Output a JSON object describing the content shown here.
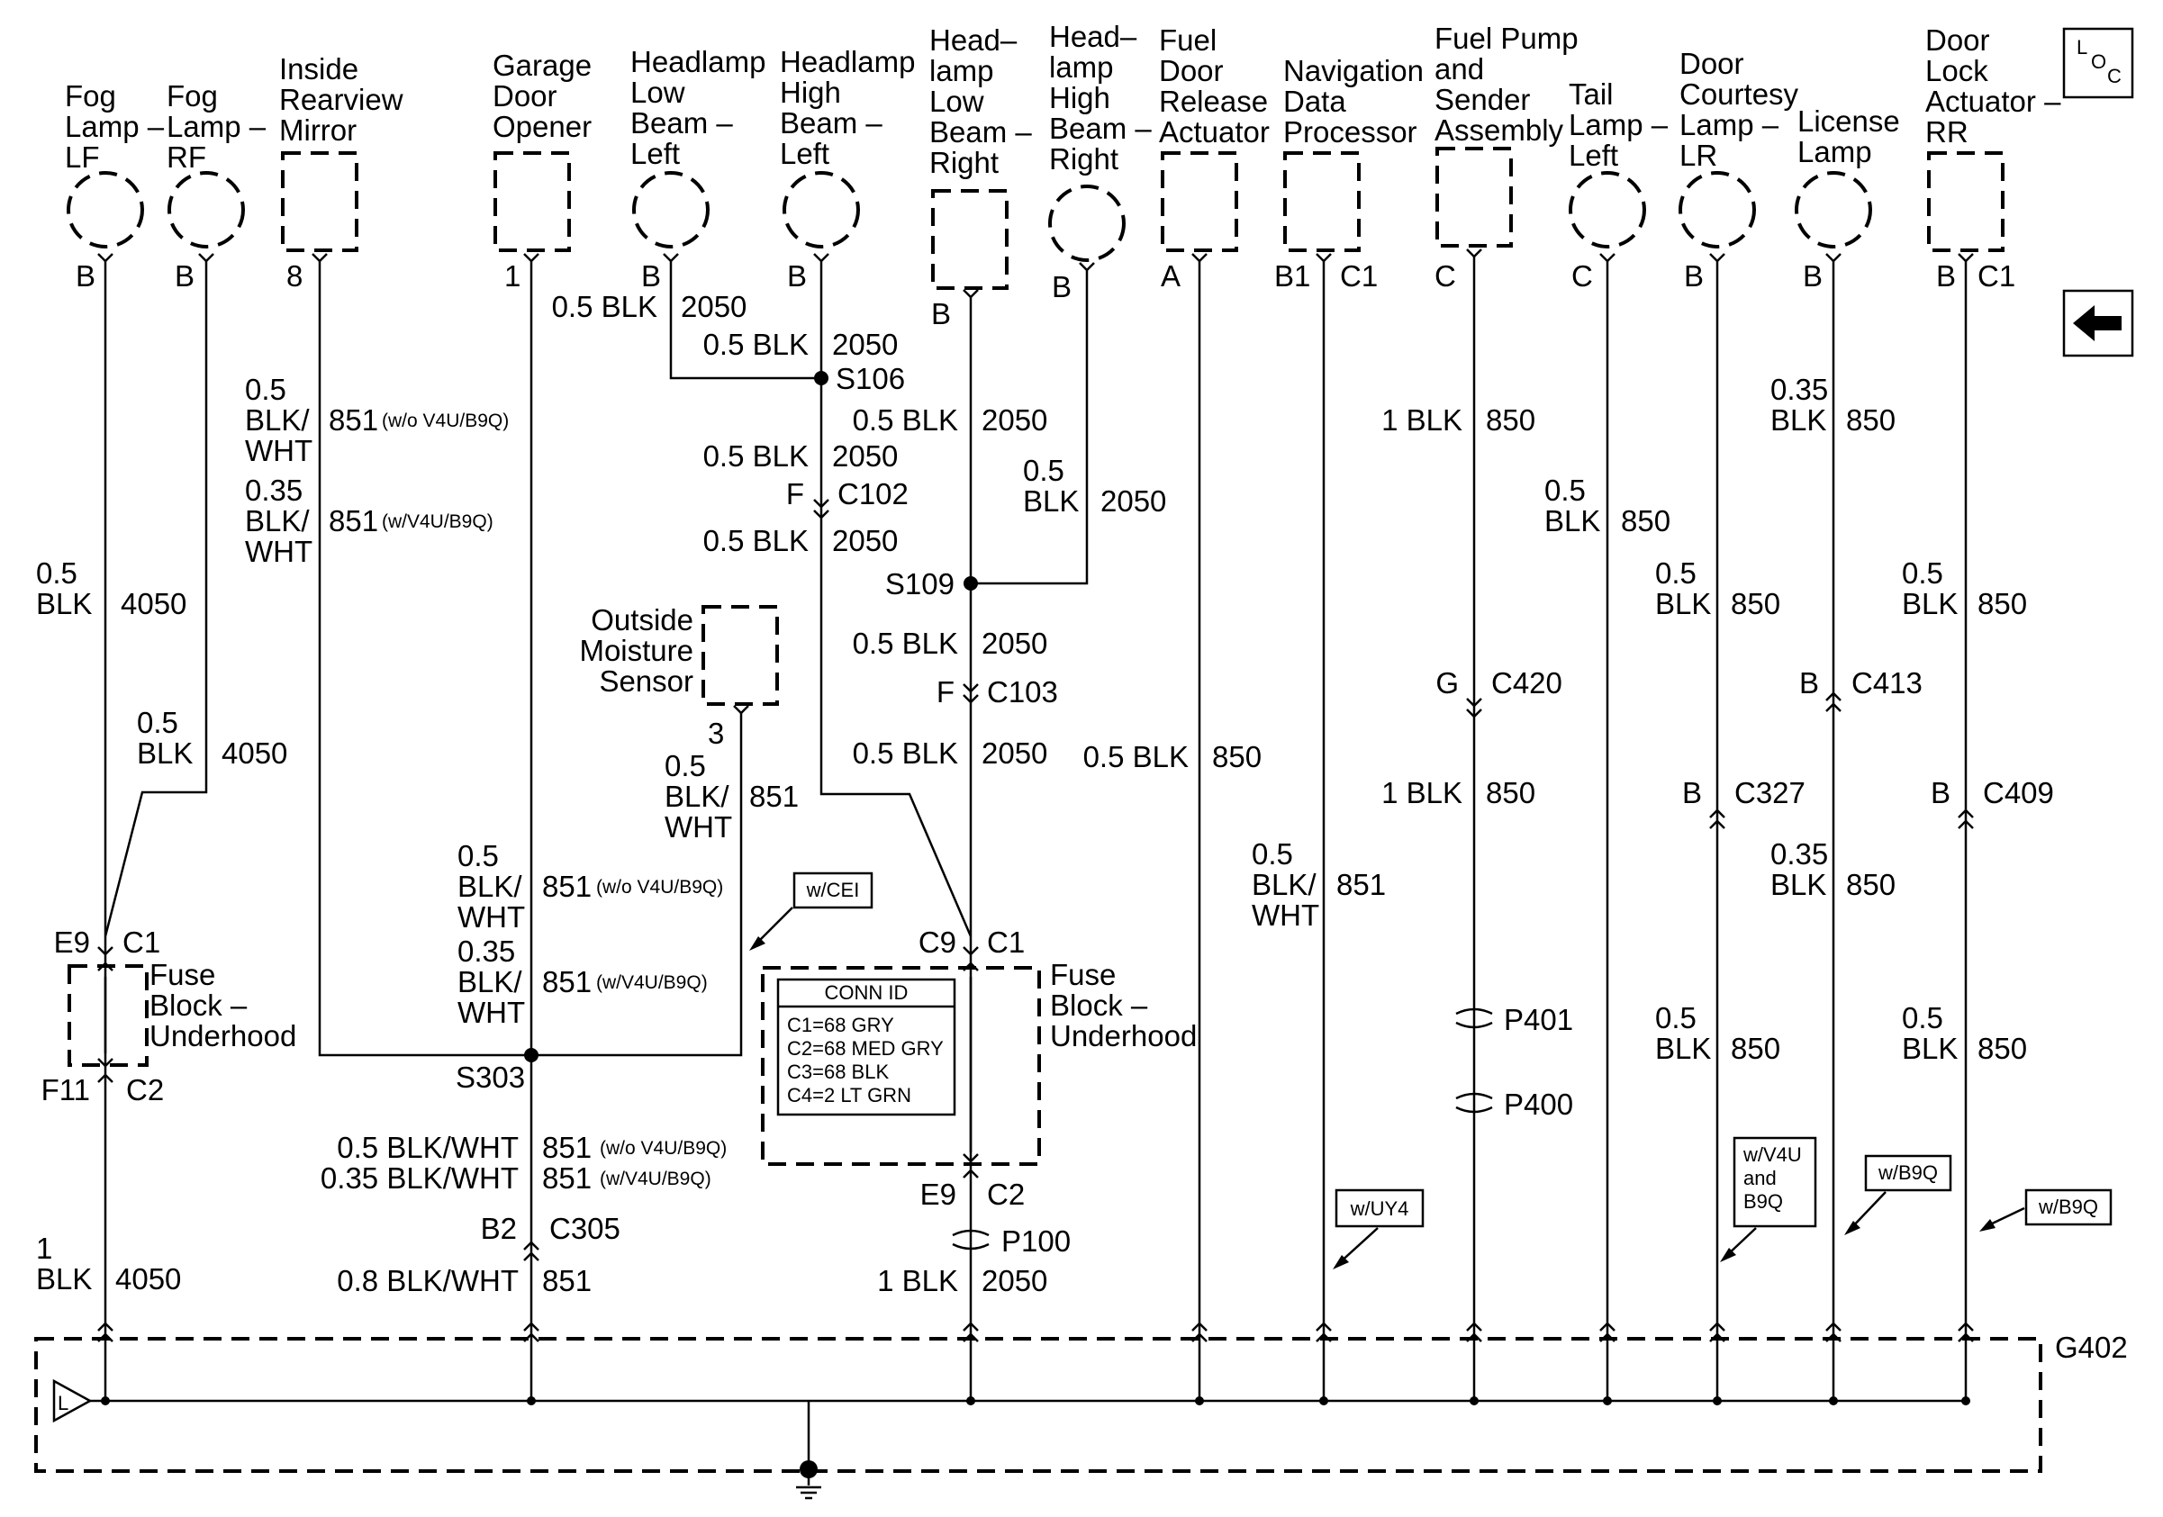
{
  "components": {
    "fog_lf": [
      "Fog",
      "Lamp –",
      "LF"
    ],
    "fog_rf": [
      "Fog",
      "Lamp –",
      "RF"
    ],
    "mirror": [
      "Inside",
      "Rearview",
      "Mirror"
    ],
    "garage": [
      "Garage",
      "Door",
      "Opener"
    ],
    "hl_low_left": [
      "Headlamp",
      "Low",
      "Beam –",
      "Left"
    ],
    "hl_high_left": [
      "Headlamp",
      "High",
      "Beam –",
      "Left"
    ],
    "hl_low_right": [
      "Head–",
      "lamp",
      "Low",
      "Beam –",
      "Right"
    ],
    "hl_high_right": [
      "Head–",
      "lamp",
      "High",
      "Beam –",
      "Right"
    ],
    "fuel_door": [
      "Fuel",
      "Door",
      "Release",
      "Actuator"
    ],
    "nav": [
      "Navigation",
      "Data",
      "Processor"
    ],
    "fuel_pump": [
      "Fuel Pump",
      "and",
      "Sender",
      "Assembly"
    ],
    "tail_lamp": [
      "Tail",
      "Lamp –",
      "Left"
    ],
    "door_courtesy": [
      "Door",
      "Courtesy",
      "Lamp –",
      "LR"
    ],
    "license": [
      "License",
      "Lamp"
    ],
    "door_lock": [
      "Door",
      "Lock",
      "Actuator –",
      "RR"
    ],
    "moisture": [
      "Outside",
      "Moisture",
      "Sensor"
    ],
    "fuse_left": [
      "Fuse",
      "Block –",
      "Underhood"
    ],
    "fuse_mid": [
      "Fuse",
      "Block –",
      "Underhood"
    ]
  },
  "pins": {
    "fog_lf": "B",
    "fog_rf": "B",
    "mirror": "8",
    "garage": "1",
    "hl_low_left": "B",
    "hl_high_left": "B",
    "hl_low_right": "B",
    "hl_high_right": "B",
    "fuel_door": "A",
    "nav": "B1",
    "nav_conn": "C1",
    "fuel_pump": "C",
    "tail": "C",
    "courtesy": "B",
    "license": "B",
    "door_lock": "B",
    "door_lock_conn": "C1",
    "moisture": "3"
  },
  "wires": {
    "w_0_5": "0.5",
    "w_0_35": "0.35",
    "w_1": "1",
    "blk": "BLK",
    "blk_slash": "BLK/",
    "wht": "WHT",
    "c4050": "4050",
    "c851": "851",
    "c850": "850",
    "c2050": "2050",
    "blk_0_5": "0.5 BLK",
    "blk_1": "1 BLK",
    "bw_0_5": "0.5 BLK/WHT",
    "bw_0_35": "0.35 BLK/WHT",
    "bw_0_8": "0.8 BLK/WHT",
    "wo_opt": "(w/o V4U/B9Q)",
    "w_opt": "(w/V4U/B9Q)"
  },
  "splices": {
    "s106": "S106",
    "s109": "S109",
    "s303": "S303"
  },
  "connectors": {
    "c102_pin": "F",
    "c102": "C102",
    "c103_pin": "F",
    "c103": "C103",
    "c420_pin": "G",
    "c420": "C420",
    "c413_pin": "B",
    "c413": "C413",
    "c327_pin": "B",
    "c327": "C327",
    "c409_pin": "B",
    "c409": "C409",
    "c305_pin": "B2",
    "c305": "C305",
    "fbl_e9": "E9",
    "fbl_c1": "C1",
    "fbl_f11": "F11",
    "fbl_c2": "C2",
    "fbm_c9": "C9",
    "fbm_c1": "C1",
    "fbm_e9": "E9",
    "fbm_c2": "C2",
    "p100": "P100",
    "p401": "P401",
    "p400": "P400"
  },
  "conn_id": {
    "title": "CONN ID",
    "lines": [
      "C1=68 GRY",
      "C2=68 MED GRY",
      "C3=68 BLK",
      "C4=2 LT GRN"
    ]
  },
  "options": {
    "cei": "w/CEI",
    "uy4": "w/UY4",
    "v4u_b9q": [
      "w/V4U",
      "and",
      "B9Q"
    ],
    "b9q": "w/B9Q"
  },
  "ground": {
    "name": "G402",
    "left_symbol": "L"
  },
  "loc_icon": {
    "l": "L",
    "o": "O",
    "c": "C"
  },
  "icons": [
    "back-arrow-icon",
    "loc-icon",
    "ground-symbol-icon"
  ]
}
